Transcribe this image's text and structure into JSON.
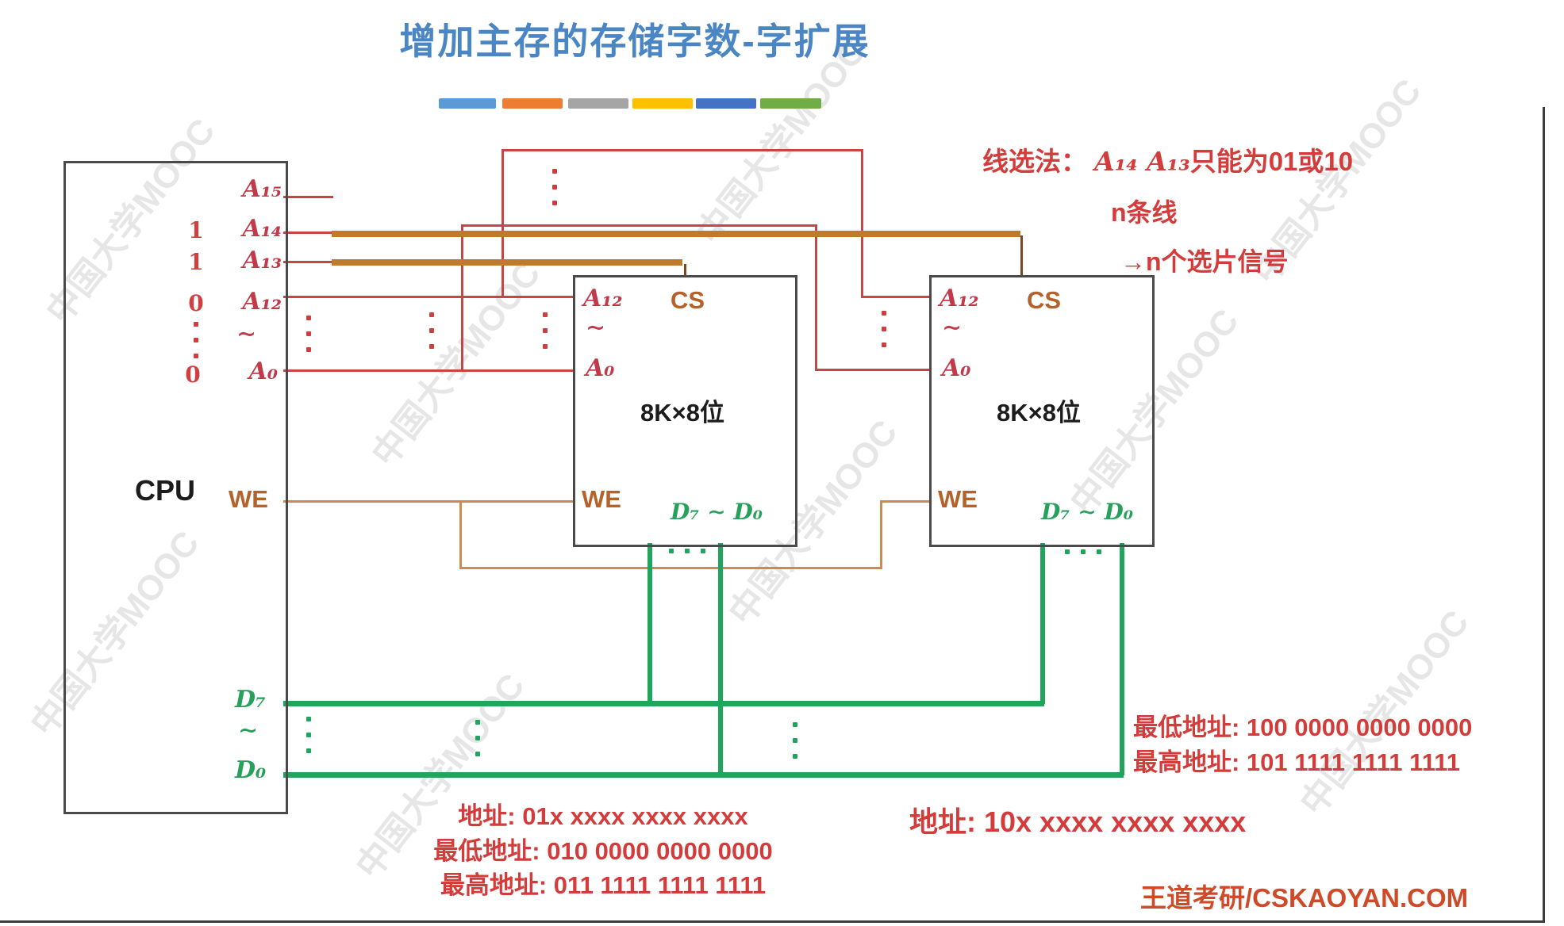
{
  "title": "增加主存的存储字数-字扩展",
  "accent_bars": [
    "#5b9bd5",
    "#ed7d31",
    "#a5a5a5",
    "#ffc000",
    "#4472c4",
    "#70ad47"
  ],
  "colors": {
    "wire_red": "#c94444",
    "wire_thick_orange": "#bf7a2c",
    "wire_tan": "#cf8a52",
    "wire_green": "#21a55c",
    "label_red": "#c03a4a",
    "label_brown": "#b5622a",
    "label_green": "#26a05a",
    "annotation_red": "#d43c3c",
    "title_blue": "#4a86c4",
    "brand_orange": "#cf4a28"
  },
  "cpu": {
    "label": "CPU",
    "pins": {
      "a15": "A₁₅",
      "a14": "A₁₄",
      "a13": "A₁₃",
      "a12": "A₁₂",
      "tilde": "∼",
      "a0": "A₀",
      "we": "WE",
      "d7": "D₇",
      "d_tilde": "∼",
      "d0": "D₀"
    },
    "bits": {
      "a14": "1",
      "a13": "1",
      "a12": "0",
      "a0": "0"
    }
  },
  "chips": [
    {
      "a12": "A₁₂",
      "tilde": "∼",
      "a0": "A₀",
      "cs": "CS",
      "capacity": "8K×8位",
      "we": "WE",
      "data_range": "D₇ ∼ D₀"
    },
    {
      "a12": "A₁₂",
      "tilde": "∼",
      "a0": "A₀",
      "cs": "CS",
      "capacity": "8K×8位",
      "we": "WE",
      "data_range": "D₇ ∼ D₀"
    }
  ],
  "notes": {
    "line_select_prefix": "线选法：",
    "line_select_math": "A₁₄ A₁₃",
    "line_select_suffix": "只能为01或10",
    "n_lines": "n条线",
    "arrow": "→",
    "n_select_signals": "n个选片信号"
  },
  "chip1_addresses": {
    "pattern": "地址: 01x xxxx xxxx xxxx",
    "lowest": "最低地址: 010 0000 0000 0000",
    "highest": "最高地址: 011 1111 1111 1111"
  },
  "chip2_addresses": {
    "pattern": "地址: 10x xxxx xxxx xxxx",
    "lowest": "最低地址: 100 0000 0000 0000",
    "highest": "最高地址: 101 1111 1111 1111"
  },
  "brand": "王道考研/CSKAOYAN.COM",
  "watermark": "中国大学MOOC"
}
